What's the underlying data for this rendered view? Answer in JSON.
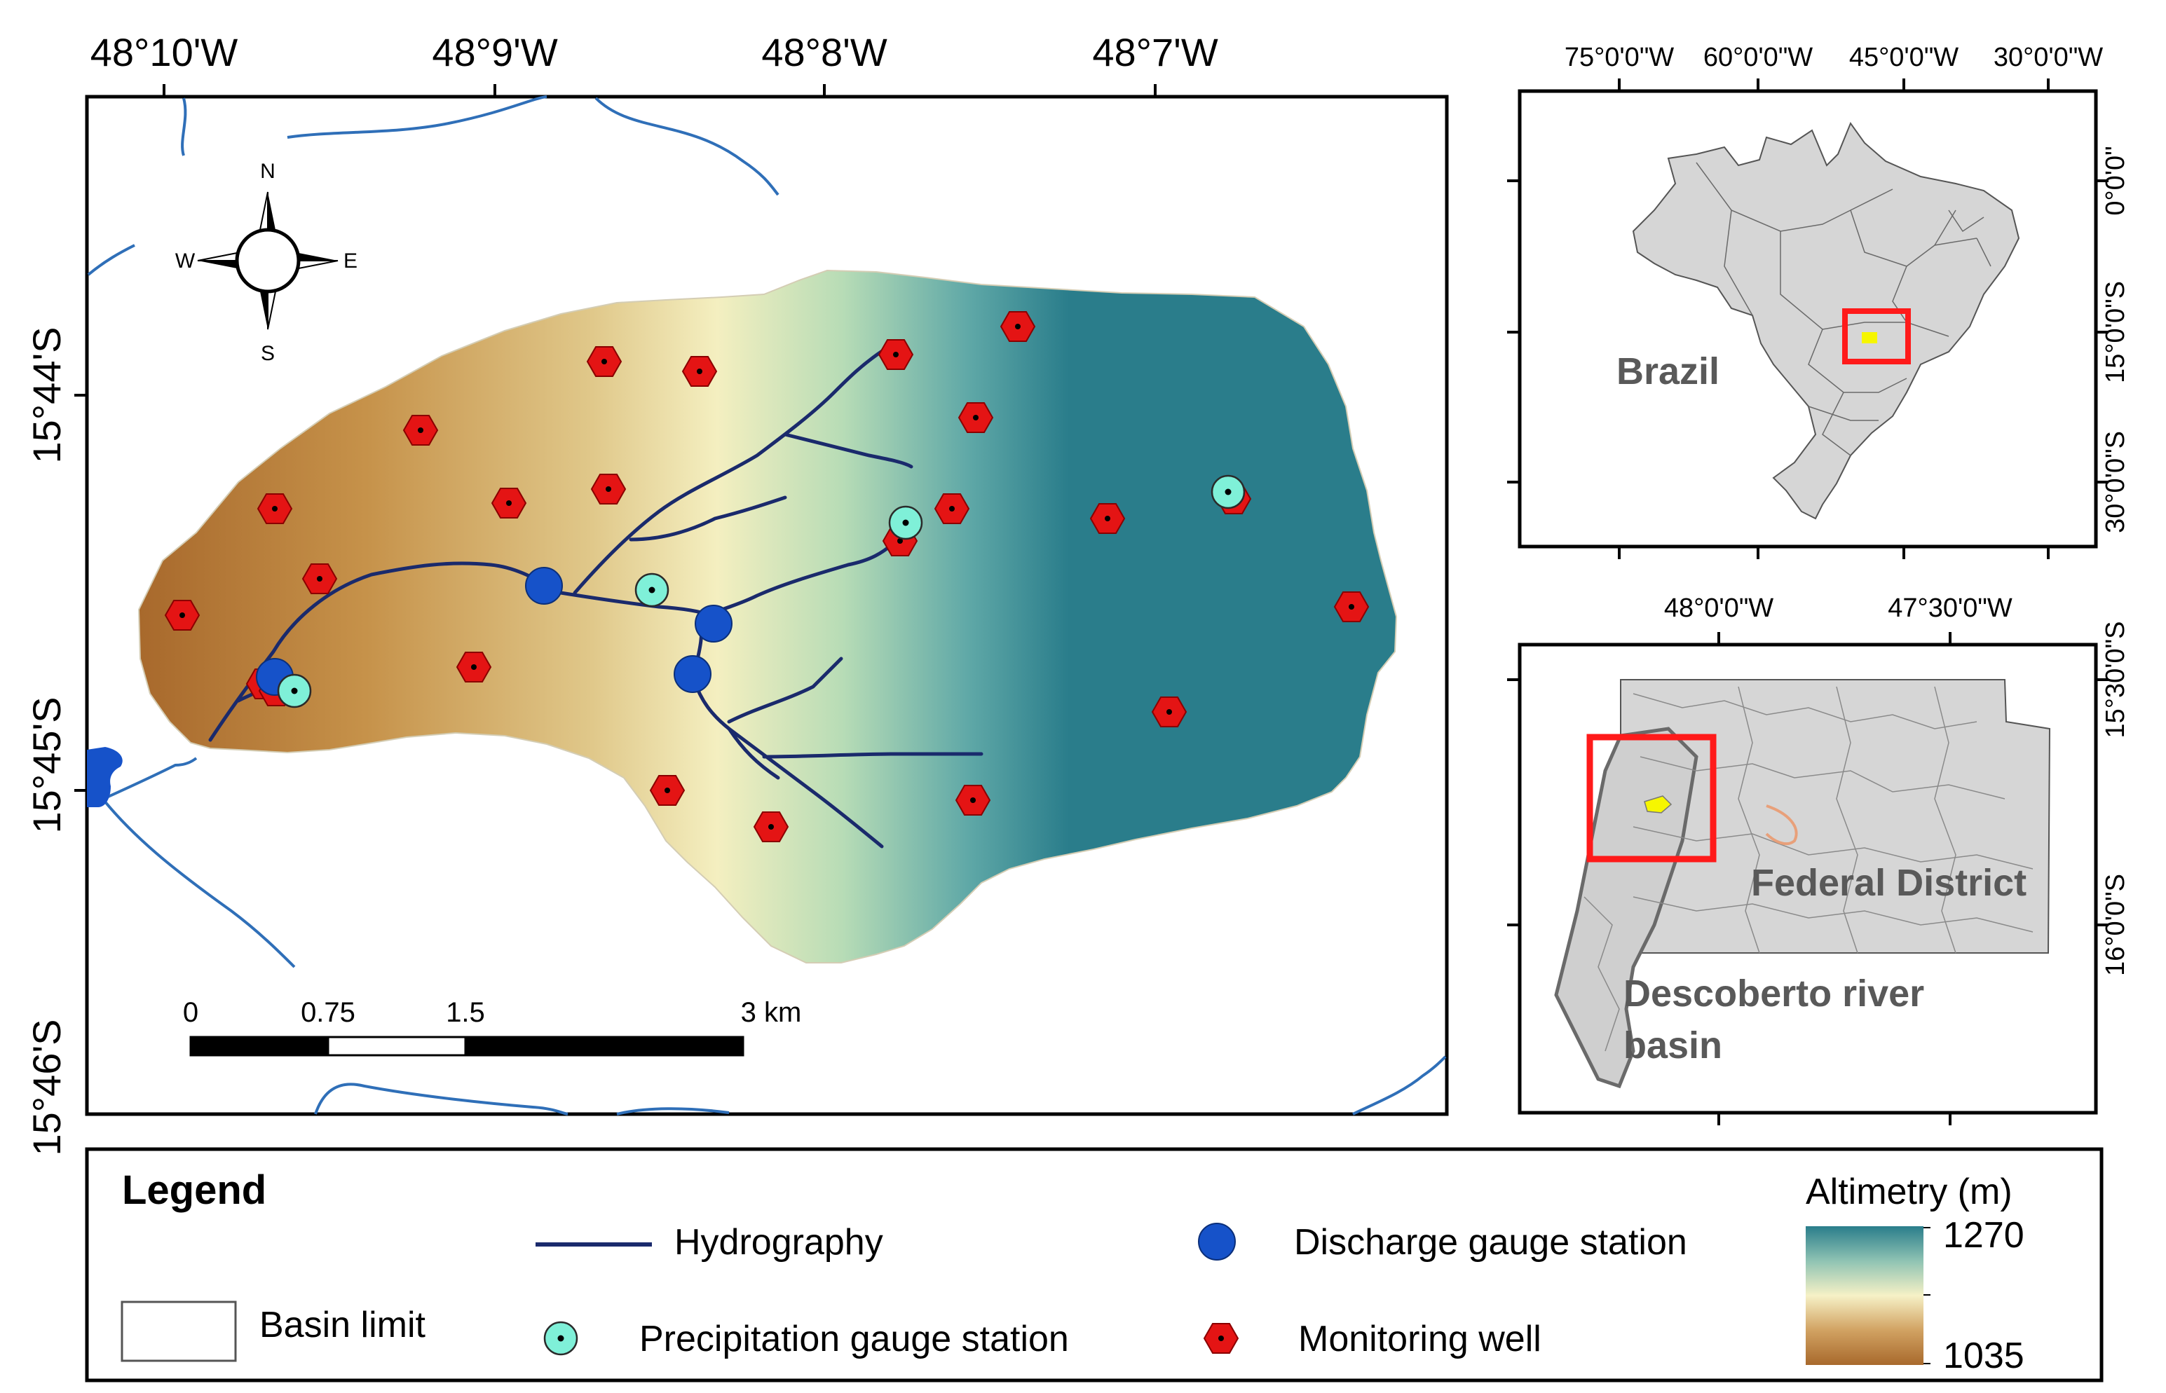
{
  "main_map": {
    "top_longitudes": [
      "48°10'W",
      "48°9'W",
      "48°8'W",
      "48°7'W"
    ],
    "left_latitudes": [
      "15°44'S",
      "15°45'S",
      "15°46'S"
    ],
    "compass": {
      "n": "N",
      "s": "S",
      "e": "E",
      "w": "W"
    },
    "scale_bar": {
      "labels": [
        "0",
        "0.75",
        "1.5",
        "3 km"
      ]
    }
  },
  "inset_brazil": {
    "top_longitudes": [
      "75°0'0\"W",
      "60°0'0\"W",
      "45°0'0\"W",
      "30°0'0\"W"
    ],
    "right_latitudes": [
      "0°0'0\"",
      "15°0'0\"S",
      "30°0'0\"S"
    ],
    "label": "Brazil"
  },
  "inset_federal_district": {
    "top_longitudes": [
      "48°0'0\"W",
      "47°30'0\"W"
    ],
    "right_latitudes": [
      "15°30'0\"S",
      "16°0'0\"S"
    ],
    "label_district": "Federal District",
    "label_basin_line1": "Descoberto river",
    "label_basin_line2": "basin"
  },
  "legend": {
    "title": "Legend",
    "hydrography": "Hydrography",
    "discharge": "Discharge gauge station",
    "basin_limit": "Basin limit",
    "precipitation": "Precipitation gauge station",
    "monitoring_well": "Monitoring well",
    "altimetry_title": "Altimetry (m)",
    "altimetry_max": "1270",
    "altimetry_min": "1035"
  },
  "colors": {
    "altimetry_high": "#2a7d8b",
    "altimetry_mid": "#f5f0c0",
    "altimetry_low": "#a8692c",
    "river": "#1a2a6c",
    "stream": "#2f6fb8",
    "discharge_station": "#1652c9",
    "precipitation_station": "#7ff0d8",
    "monitoring_well": "#e41414",
    "inset_highlight": "#ff1a1a",
    "basin_yellow": "#f6f600"
  }
}
